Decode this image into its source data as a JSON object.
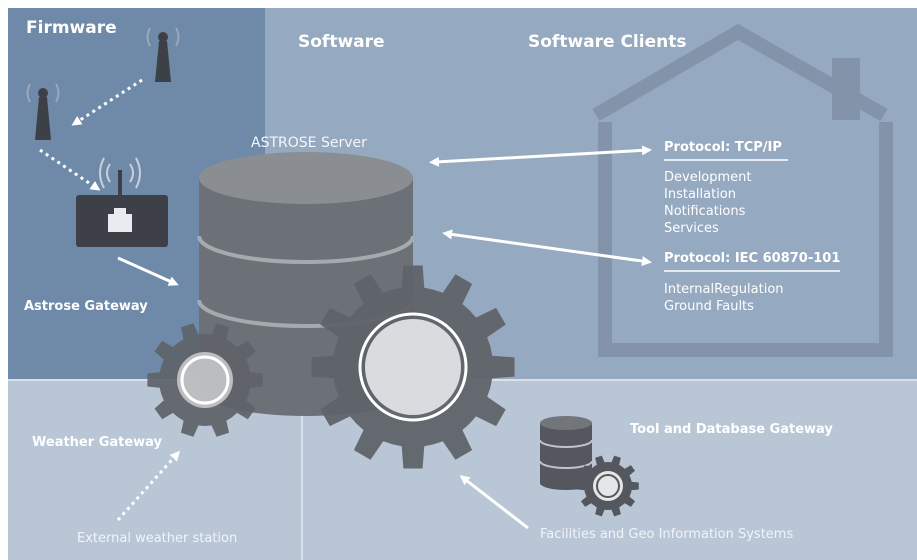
{
  "sections": {
    "firmware": "Firmware",
    "software": "Software",
    "software_clients": "Software Clients"
  },
  "server": {
    "label": "ASTROSE Server"
  },
  "gateways": {
    "astrose": "Astrose Gateway",
    "weather": "Weather Gateway",
    "tool_db": "Tool and Database Gateway"
  },
  "protocols": {
    "tcp": {
      "title": "Protocol: TCP/IP",
      "items": [
        "Development",
        "Installation",
        "Notifications",
        "Services"
      ]
    },
    "iec": {
      "title": "Protocol: IEC 60870-101",
      "items": [
        "InternalRegulation",
        "Ground Faults"
      ]
    }
  },
  "sources": {
    "weather_station": "External weather station",
    "facilities": "Facilities and Geo Information Systems"
  },
  "colors": {
    "firmware_bg": "#6f8aa8",
    "software_bg": "#95a9c0",
    "bottom_bg": "#b9c6d6",
    "db_gray": "#6c7177",
    "house_outline": "#8394aa"
  }
}
